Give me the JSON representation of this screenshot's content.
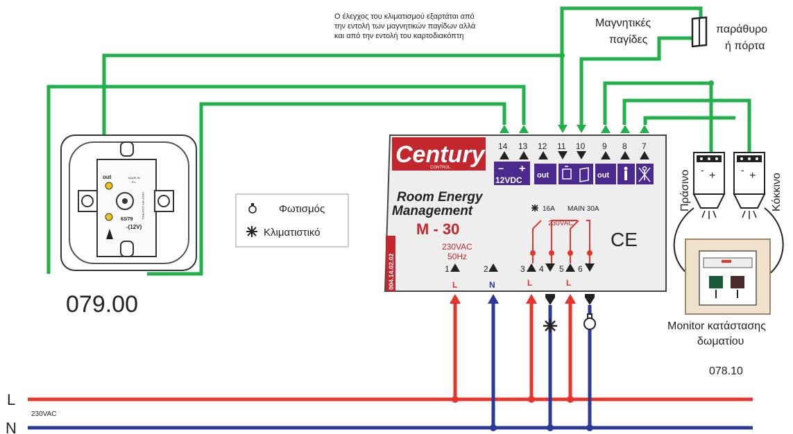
{
  "note": {
    "line1": "Ο έλεγχος του κλιματισμού εξαρτάται από",
    "line2": "την εντολή των μαγνητικών παγίδων αλλά",
    "line3": "και από την εντολή του καρτοδιακόπτη"
  },
  "magnetic_traps": {
    "line1": "Μαγνητικές",
    "line2": "παγίδες"
  },
  "window_door": {
    "line1": "παράθυρο",
    "line2": "ή πόρτα"
  },
  "card_switch": {
    "model": "079.00",
    "out_label": "out",
    "made_in": "MADE IN",
    "made_in_2": "EU",
    "code": "63/79",
    "voltage": "-(12V)",
    "brand_vertical": "CENTURY CONTROL"
  },
  "legend": {
    "lighting": "Φωτισμός",
    "aircon": "Κλιματιστικό"
  },
  "controller": {
    "brand": "Century",
    "brand_sub": "CONTROL",
    "title_line1": "Room Energy",
    "title_line2": "Management",
    "model": "M - 30",
    "supply_line1": "230VAC",
    "supply_line2": "50Hz",
    "serial": "004.14.02.02",
    "fuse_16a": "16A",
    "main_30a": "MAIN 30A",
    "relay_voltage": "230VAC",
    "ce": "CE",
    "top_terminals": [
      "14",
      "13",
      "12",
      "11",
      "10",
      "9",
      "8",
      "7"
    ],
    "vdc_label": "12VDC",
    "out_label_1": "out",
    "out_label_2": "out",
    "minus": "−",
    "plus": "+",
    "bottom_terminals": [
      "1",
      "2",
      "3",
      "4",
      "5",
      "6"
    ],
    "bottom_sub": [
      "L",
      "N",
      "L",
      "",
      "L",
      ""
    ]
  },
  "monitor": {
    "green_label": "Πράσινο",
    "red_label": "Κόκκινο",
    "title_line1": "Monitor κατάστασης",
    "title_line2": "δωματίου",
    "model": "078.10",
    "minus": "-",
    "plus": "+"
  },
  "mains": {
    "L": "L",
    "N": "N",
    "voltage": "230VAC"
  },
  "colors": {
    "green_wire": "#22b04b",
    "red_wire": "#e8332a",
    "blue_wire": "#2b3a9a",
    "purple": "#4b2a8f",
    "brand_red": "#c1272d",
    "panel_bg": "#eeeeee"
  },
  "icons": [
    "light-bulb-icon",
    "snowflake-icon",
    "window-icon",
    "person-icon",
    "person-crossed-icon",
    "led-icon"
  ]
}
